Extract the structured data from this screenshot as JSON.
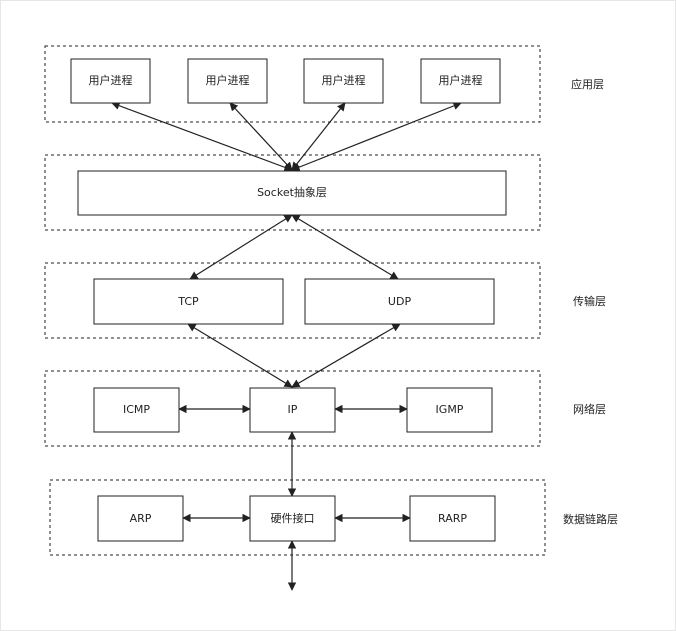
{
  "layers": {
    "application": "应用层",
    "transport": "传输层",
    "network": "网络层",
    "datalink": "数据链路层"
  },
  "nodes": {
    "user_process_1": "用户进程",
    "user_process_2": "用户进程",
    "user_process_3": "用户进程",
    "user_process_4": "用户进程",
    "socket": "Socket抽象层",
    "tcp": "TCP",
    "udp": "UDP",
    "icmp": "ICMP",
    "ip": "IP",
    "igmp": "IGMP",
    "arp": "ARP",
    "hw": "硬件接口",
    "rarp": "RARP"
  },
  "colors": {
    "stroke": "#222222",
    "background": "#ffffff",
    "frame": "#e6e6e6"
  }
}
